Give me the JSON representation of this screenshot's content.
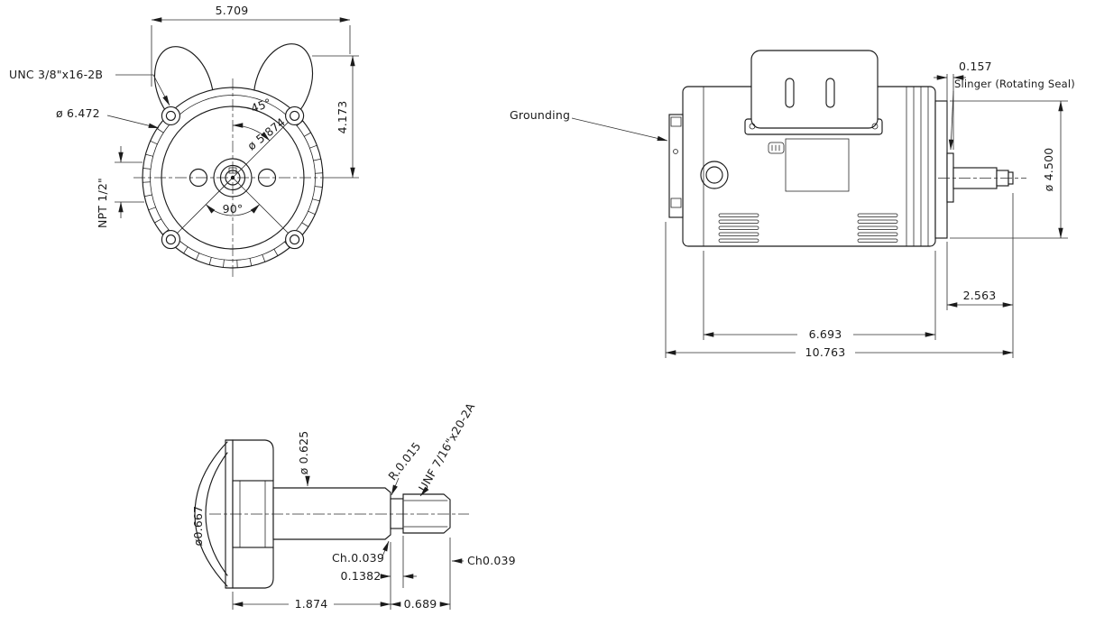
{
  "front_view": {
    "dim_width": "5.709",
    "dim_height": "4.173",
    "thread_spec": "UNC 3/8\"x16-2B",
    "dia_outer": "ø 6.472",
    "dia_bolt_circle": "ø 5.874",
    "angle_45": "45°",
    "angle_90": "90°",
    "npt_spec": "NPT 1/2\""
  },
  "side_view": {
    "grounding_label": "Grounding",
    "dim_slinger_width": "0.157",
    "slinger_label": "Slinger (Rotating Seal)",
    "dia_flange": "ø 4.500",
    "dim_shaft_extension": "2.563",
    "dim_frame_length": "6.693",
    "dim_overall_length": "10.763"
  },
  "shaft_view": {
    "dia_shaft": "ø 0.625",
    "dia_hub": "ø0.667",
    "fillet_radius": "R.0.015",
    "thread_spec": "UNF 7/16\"x20-2A",
    "chamfer_left": "Ch.0.039",
    "dim_undercut_width": "0.1382",
    "chamfer_right": "Ch0.039",
    "dim_shaft_length": "1.874",
    "dim_thread_length": "0.689"
  },
  "colors": {
    "line": "#1b1b1b",
    "background": "#ffffff"
  }
}
